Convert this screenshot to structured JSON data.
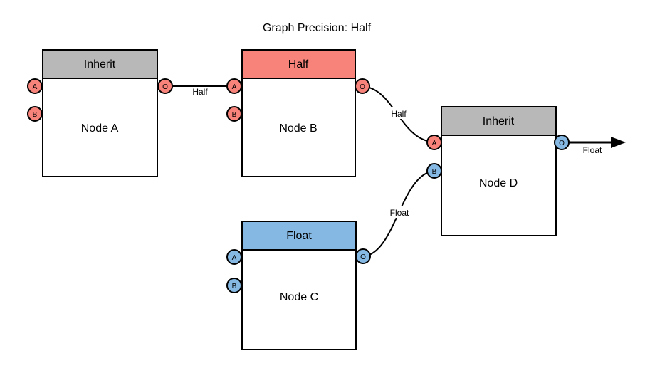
{
  "title": "Graph Precision: Half",
  "colors": {
    "salmon": "#F7837B",
    "blue": "#85B8E2",
    "gray": "#B8B8B8",
    "stroke": "#000000",
    "background": "#FFFFFF"
  },
  "nodes": [
    {
      "header_label": "Inherit",
      "body_label": "Node A",
      "header_color": "gray",
      "ports": [
        {
          "label": "A",
          "color": "salmon",
          "kind": "input"
        },
        {
          "label": "B",
          "color": "salmon",
          "kind": "input"
        },
        {
          "label": "O",
          "color": "salmon",
          "kind": "output"
        }
      ]
    },
    {
      "header_label": "Half",
      "body_label": "Node B",
      "header_color": "salmon",
      "ports": [
        {
          "label": "A",
          "color": "salmon",
          "kind": "input"
        },
        {
          "label": "B",
          "color": "salmon",
          "kind": "input"
        },
        {
          "label": "O",
          "color": "salmon",
          "kind": "output"
        }
      ]
    },
    {
      "header_label": "Float",
      "body_label": "Node C",
      "header_color": "blue",
      "ports": [
        {
          "label": "A",
          "color": "blue",
          "kind": "input"
        },
        {
          "label": "B",
          "color": "blue",
          "kind": "input"
        },
        {
          "label": "O",
          "color": "blue",
          "kind": "output"
        }
      ]
    },
    {
      "header_label": "Inherit",
      "body_label": "Node D",
      "header_color": "gray",
      "ports": [
        {
          "label": "A",
          "color": "salmon",
          "kind": "input"
        },
        {
          "label": "B",
          "color": "blue",
          "kind": "input"
        },
        {
          "label": "O",
          "color": "blue",
          "kind": "output"
        }
      ]
    }
  ],
  "edges": [
    {
      "label": "Half",
      "from": "Node A.O",
      "to": "Node B.A"
    },
    {
      "label": "Half",
      "from": "Node B.O",
      "to": "Node D.A"
    },
    {
      "label": "Float",
      "from": "Node C.O",
      "to": "Node D.B"
    },
    {
      "label": "Float",
      "from": "Node D.O",
      "to": "graph-output"
    }
  ]
}
